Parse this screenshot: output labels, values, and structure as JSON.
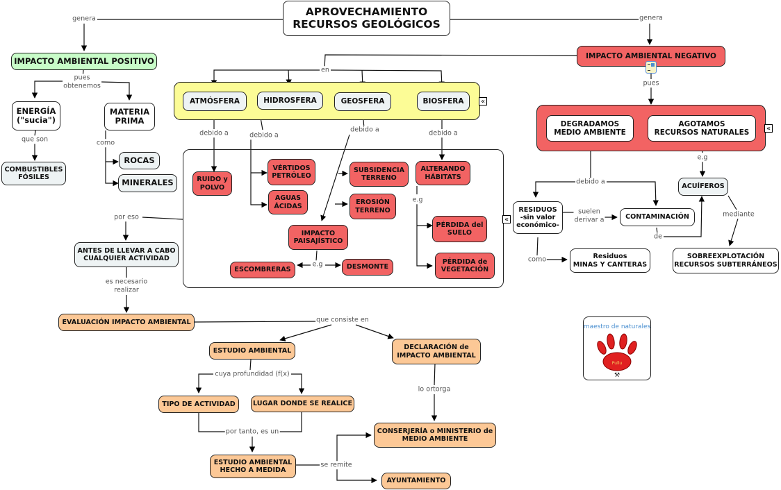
{
  "title": "APROVECHAMIENTO\nRECURSOS GEOLÓGICOS",
  "nodes": {
    "positivo": "IMPACTO AMBIENTAL POSITIVO",
    "negativo": "IMPACTO AMBIENTAL NEGATIVO",
    "energia": "ENERGÍA\n(\"sucia\")",
    "materia": "MATERIA\nPRIMA",
    "combustibles": "COMBUSTIBLES\nFÓSILES",
    "rocas": "ROCAS",
    "minerales": "MINERALES",
    "atmosfera": "ATMÓSFERA",
    "hidrosfera": "HIDROSFERA",
    "geosfera": "GEOSFERA",
    "biosfera": "BIOSFERA",
    "ruido": "RUIDO y\nPOLVO",
    "vertidos": "VÉRTIDOS\nPETRÓLEO",
    "aguas": "AGUAS\nÁCIDAS",
    "subsidencia": "SUBSIDENCIA\nTERRENO",
    "erosion": "EROSIÓN\nTERRENO",
    "alterando": "ALTERANDO\nHÁBITATS",
    "paisajistico": "IMPACTO\nPAISAJÍSTICO",
    "escombreras": "ESCOMBRERAS",
    "desmonte": "DESMONTE",
    "perdida_suelo": "PÉRDIDA del\nSUELO",
    "perdida_veg": "PÉRDIDA de\nVEGETACIÓN",
    "degradamos": "DEGRADAMOS\nMEDIO AMBIENTE",
    "agotamos": "AGOTAMOS\nRECURSOS NATURALES",
    "residuos": "RESIDUOS\n-sin valor\neconómico-",
    "contaminacion": "CONTAMINACIÓN",
    "acuiferos": "ACUÍFEROS",
    "residuos_minas": "Residuos\nMINAS Y CANTERAS",
    "sobreexplotacion": "SOBREEXPLOTACIÓN\nRECURSOS SUBTERRÁNEOS",
    "antes": "ANTES DE LLEVAR A CABO\nCUALQUIER ACTIVIDAD",
    "evaluacion": "EVALUACIÓN IMPACTO AMBIENTAL",
    "estudio": "ESTUDIO AMBIENTAL",
    "declaracion": "DECLARACIÓN de\nIMPACTO AMBIENTAL",
    "tipo": "TIPO DE ACTIVIDAD",
    "lugar": "LUGAR DONDE SE REALICE",
    "estudio_medida": "ESTUDIO AMBIENTAL\nHECHO A MEDIDA",
    "conserjeria": "CONSERJERÍA o MINISTERIO de\nMEDIO AMBIENTE",
    "ayuntamiento": "AYUNTAMIENTO"
  },
  "links": {
    "genera_left": "genera",
    "genera_right": "genera",
    "pues_obtenemos": "pues\nobtenemos",
    "que_son": "que son",
    "como_materia": "como",
    "en": "en",
    "pues": "pues",
    "debido_atm": "debido a",
    "debido_hid": "debido a",
    "debido_geo": "debido a",
    "debido_bio": "debido a",
    "eg_paisaje": "e.g",
    "eg_habitats": "e.g",
    "eg_agotamos": "e.g",
    "debido_degradamos": "debido a",
    "suelen_derivar": "suelen\nderivar a",
    "como_residuos": "como",
    "de": "de",
    "mediante": "mediante",
    "por_eso": "por eso",
    "es_necesario": "es necesario\nrealizar",
    "que_consiste": "que consiste en",
    "cuya_profundidad": "cuya profundidad (f(x)",
    "por_tanto": "por tanto, es un",
    "lo_ortorga": "lo ortorga",
    "se_remite": "se remite"
  },
  "icons": {
    "collapse_glyph": "«",
    "logo_caption": "maestro de naturales",
    "logo_badge": "Pullu",
    "logo_tools": "⚒"
  },
  "colors": {
    "positive": "#c8fcc8",
    "negative": "#f26363",
    "sphere_group": "#fcfc96",
    "evaluation": "#fcc896",
    "neutral": "#eef3f4"
  }
}
